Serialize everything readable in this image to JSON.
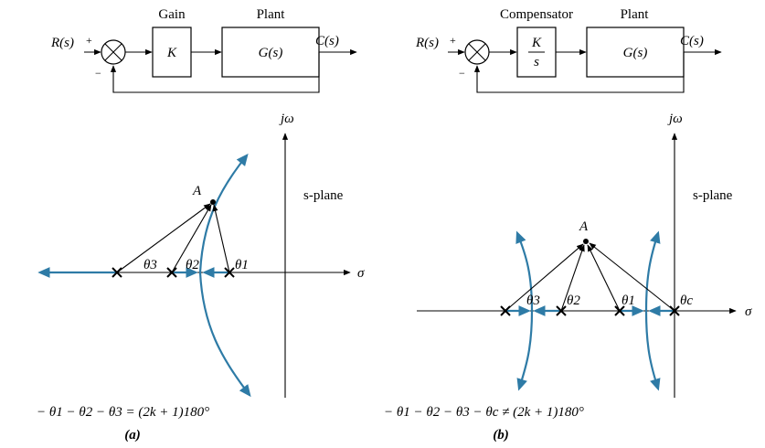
{
  "panel_a": {
    "block": {
      "input": "R(s)",
      "sum_plus": "+",
      "sum_minus": "−",
      "gain_title": "Gain",
      "gain_value": "K",
      "plant_title": "Plant",
      "plant_value": "G(s)",
      "output": "C(s)"
    },
    "plot": {
      "jw_label": "jω",
      "sigma_label": "σ",
      "plane_label": "s-plane",
      "point_label": "A",
      "theta1": "θ1",
      "theta2": "θ2",
      "theta3": "θ3"
    },
    "equation": "− θ1 − θ2 − θ3 = (2k + 1)180°",
    "caption": "(a)"
  },
  "panel_b": {
    "block": {
      "input": "R(s)",
      "sum_plus": "+",
      "sum_minus": "−",
      "comp_title": "Compensator",
      "comp_num": "K",
      "comp_den": "s",
      "plant_title": "Plant",
      "plant_value": "G(s)",
      "output": "C(s)"
    },
    "plot": {
      "jw_label": "jω",
      "sigma_label": "σ",
      "plane_label": "s-plane",
      "point_label": "A",
      "theta1": "θ1",
      "theta2": "θ2",
      "theta3": "θ3",
      "thetac": "θc"
    },
    "equation": "− θ1 − θ2 − θ3 − θc ≠ (2k + 1)180°",
    "caption": "(b)"
  },
  "colors": {
    "locus": "#2e7ba6",
    "ink": "#000000"
  }
}
